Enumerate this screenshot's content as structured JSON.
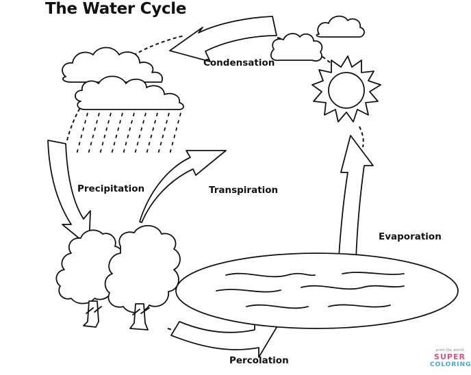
{
  "title": "The Water Cycle",
  "labels": {
    "condensation": "Condensation",
    "precipitation": "Precipitation",
    "transpiration": "Transpiration",
    "evaporation": "Evaporation",
    "percolation": "Percolation"
  },
  "watermark": {
    "line1": "print the world",
    "line2": "SUPER",
    "line3": "COLORING"
  }
}
